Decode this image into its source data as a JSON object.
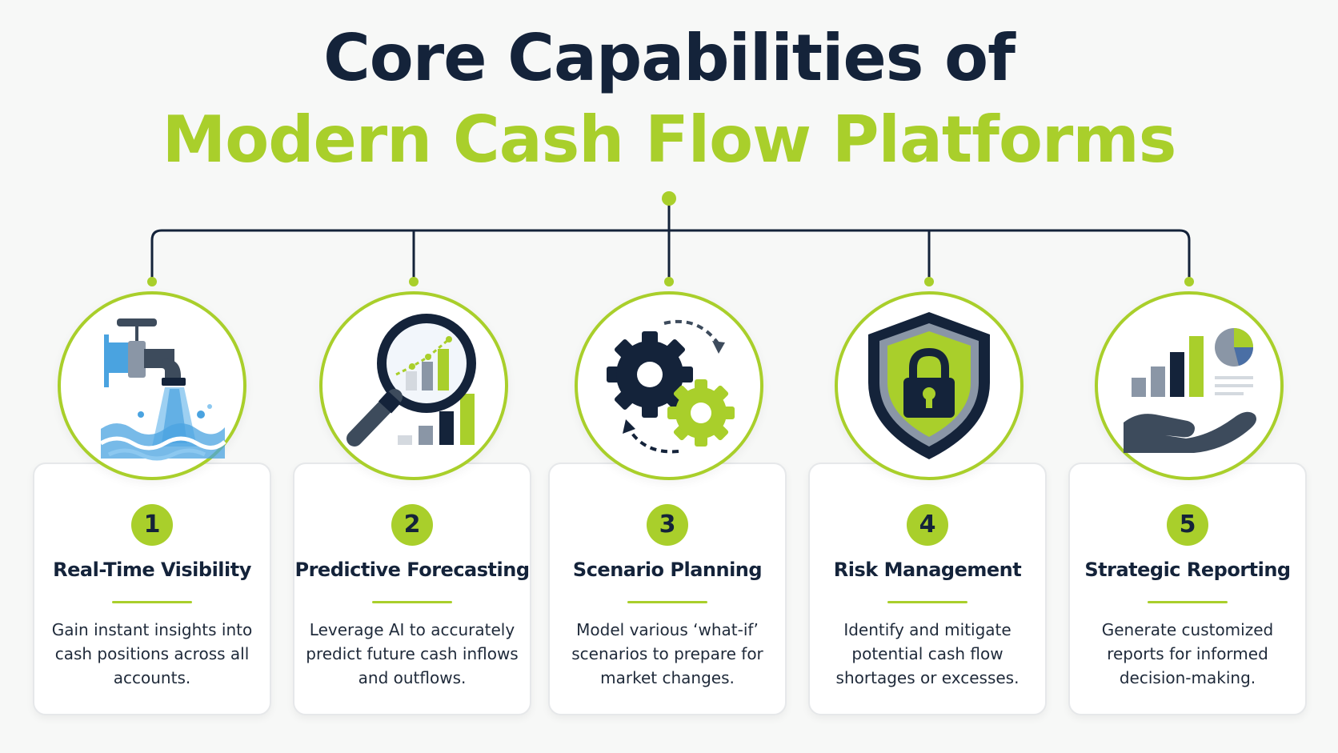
{
  "title": {
    "line1": "Core Capabilities of",
    "line2": "Modern Cash Flow Platforms"
  },
  "colors": {
    "navy": "#14233a",
    "lime": "#a9cf2b",
    "slate": "#3d4b5c",
    "gray": "#8a96a6",
    "water": "#4aa3e0"
  },
  "capabilities": [
    {
      "number": "1",
      "title": "Real-Time Visibility",
      "description": "Gain instant insights into cash positions across all accounts.",
      "icon": "water-faucet-icon"
    },
    {
      "number": "2",
      "title": "Predictive Forecasting",
      "description": "Leverage AI to accurately predict future cash inflows and outflows.",
      "icon": "magnifier-chart-icon"
    },
    {
      "number": "3",
      "title": "Scenario Planning",
      "description": "Model various ‘what-if’ scenarios to prepare for market changes.",
      "icon": "gears-cycle-icon"
    },
    {
      "number": "4",
      "title": "Risk Management",
      "description": "Identify and mitigate potential cash flow shortages or excesses.",
      "icon": "shield-lock-icon"
    },
    {
      "number": "5",
      "title": "Strategic Reporting",
      "description": "Generate customized reports for informed decision-making.",
      "icon": "hand-report-icon"
    }
  ]
}
